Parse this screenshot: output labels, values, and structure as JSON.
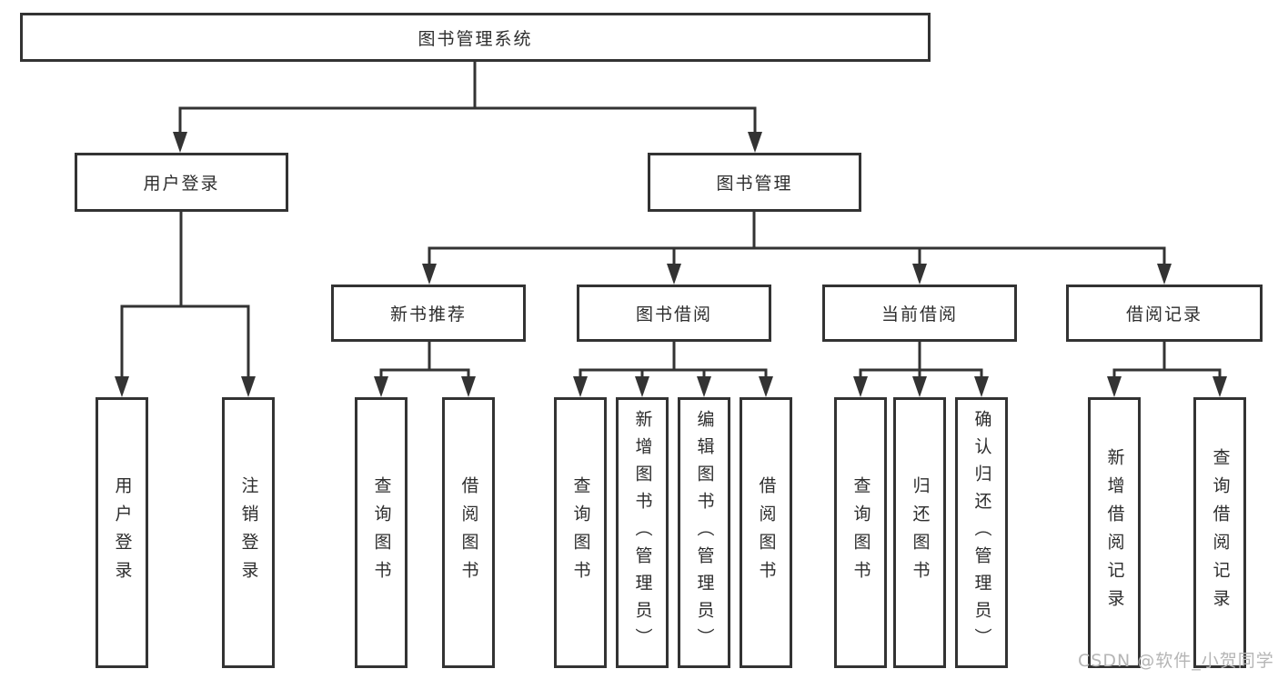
{
  "diagram": {
    "root": {
      "label": "图书管理系统"
    },
    "level2": [
      {
        "label": "用户登录"
      },
      {
        "label": "图书管理"
      }
    ],
    "level3": [
      {
        "label": "新书推荐"
      },
      {
        "label": "图书借阅"
      },
      {
        "label": "当前借阅"
      },
      {
        "label": "借阅记录"
      }
    ],
    "leaves": [
      {
        "label": "用户登录"
      },
      {
        "label": "注销登录"
      },
      {
        "label": "查询图书"
      },
      {
        "label": "借阅图书"
      },
      {
        "label": "查询图书"
      },
      {
        "label": "新增图书（管理员）"
      },
      {
        "label": "编辑图书（管理员）"
      },
      {
        "label": "借阅图书"
      },
      {
        "label": "查询图书"
      },
      {
        "label": "归还图书"
      },
      {
        "label": "确认归还（管理员）"
      },
      {
        "label": "新增借阅记录"
      },
      {
        "label": "查询借阅记录"
      }
    ]
  },
  "watermark": {
    "text": "CSDN @软件_小贺同学"
  },
  "colors": {
    "line": "#333333",
    "text": "#2d2d2d",
    "background": "#ffffff",
    "watermark": "#b5b5b5"
  }
}
